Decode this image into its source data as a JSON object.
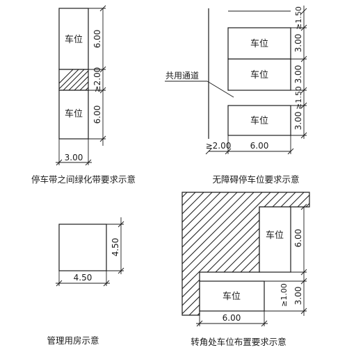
{
  "labels": {
    "stall": "车位",
    "shared_aisle": "共用通道"
  },
  "dims": {
    "d600": "6.00",
    "d300": "3.00",
    "d450": "4.50",
    "d200_min": "≥2.00",
    "d150_min": "≥1.50",
    "d100_min": "≥1.00"
  },
  "captions": {
    "green_strip": "停车带之间绿化带要求示意",
    "accessible": "无障碍停车位要求示意",
    "mgmt_room": "管理用房示意",
    "corner": "转角处车位布置要求示意"
  },
  "colors": {
    "ink": "#1a1a1a",
    "paper": "#ffffff"
  }
}
